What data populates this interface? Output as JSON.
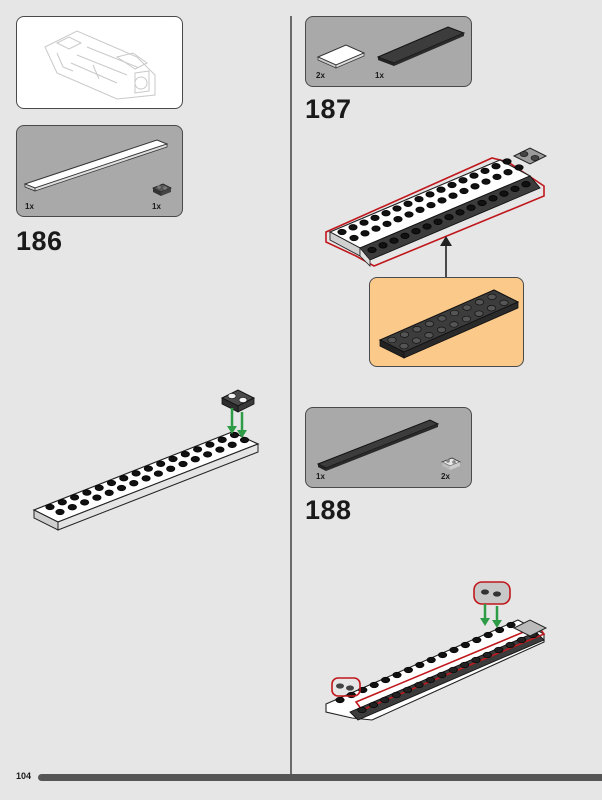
{
  "page": {
    "number": "104"
  },
  "steps": [
    {
      "number": "186",
      "parts": [
        {
          "qty": "1x"
        },
        {
          "qty": "1x"
        }
      ]
    },
    {
      "number": "187",
      "parts": [
        {
          "qty": "2x"
        },
        {
          "qty": "1x"
        }
      ]
    },
    {
      "number": "188",
      "parts": [
        {
          "qty": "1x"
        },
        {
          "qty": "2x"
        }
      ]
    }
  ],
  "colors": {
    "background": "#e6e6e6",
    "parts_panel": "#a9a9a9",
    "callout": "#fbc98a",
    "highlight": "#c0171c",
    "arrow_green": "#2e9b47",
    "brick_white": "#ffffff",
    "brick_dark": "#3c3c3c"
  }
}
